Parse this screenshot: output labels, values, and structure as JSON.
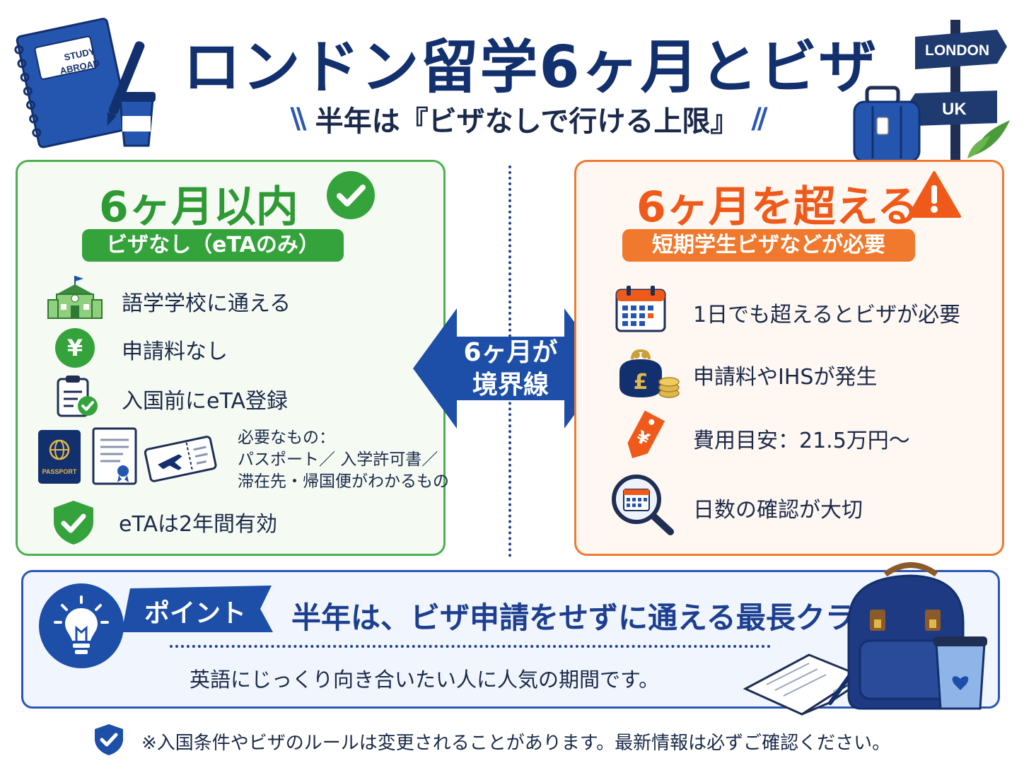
{
  "header": {
    "title": "ロンドン留学6ヶ月とビザ",
    "subtitle": "半年は『ビザなしで行ける上限』",
    "notebook_text_line1": "STUDY",
    "notebook_text_line2": "ABROAD",
    "sign_london": "LONDON",
    "sign_uk": "UK"
  },
  "left_panel": {
    "heading": "6ヶ月以内",
    "badge": "ビザなし（eTAのみ）",
    "items": [
      {
        "icon": "school-icon",
        "text": "語学学校に通える"
      },
      {
        "icon": "yen-circle-icon",
        "text": "申請料なし"
      },
      {
        "icon": "clipboard-check-icon",
        "text": "入国前にeTA登録"
      }
    ],
    "required_title": "必要なもの：",
    "required_line1": "パスポート／ 入学許可書／",
    "required_line2": "滞在先・帰国便がわかるもの",
    "passport_label": "PASSPORT",
    "validity": "eTAは2年間有効"
  },
  "center_arrow": {
    "line1": "6ヶ月が",
    "line2": "境界線"
  },
  "right_panel": {
    "heading": "6ヶ月を超える",
    "badge": "短期学生ビザなどが必要",
    "items": [
      {
        "icon": "calendar-icon",
        "text": "1日でも超えるとビザが必要"
      },
      {
        "icon": "pound-purse-icon",
        "text": "申請料やIHSが発生"
      },
      {
        "icon": "yen-tag-icon",
        "text": "費用目安：21.5万円〜"
      },
      {
        "icon": "calendar-magnifier-icon",
        "text": "日数の確認が大切"
      }
    ]
  },
  "point": {
    "label": "ポイント",
    "main": "半年は、ビザ申請をせずに通える最長クラス",
    "sub": "英語にじっくり向き合いたい人に人気の期間です。"
  },
  "footer": {
    "note": "※入国条件やビザのルールは変更されることがあります。最新情報は必ずご確認ください。"
  },
  "colors": {
    "navy": "#13306e",
    "green": "#35a33b",
    "orange": "#f0792d",
    "blue": "#1d4fa8"
  }
}
